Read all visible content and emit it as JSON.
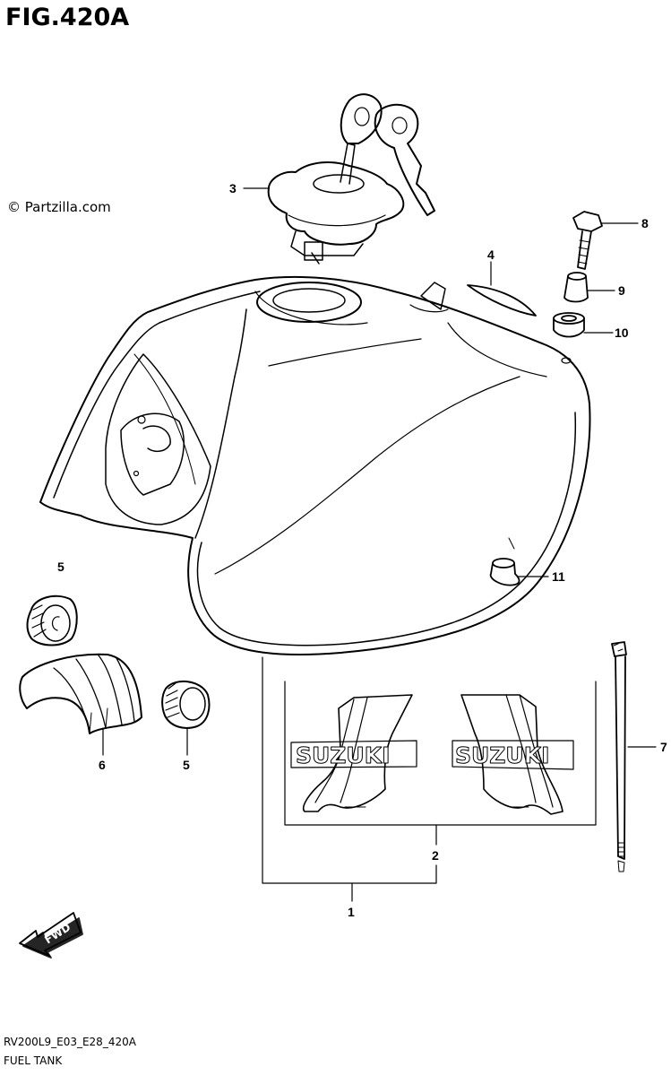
{
  "figure": {
    "title": "FIG.420A",
    "watermark": "© Partzilla.com",
    "diagram_code": "RV200L9_E03_E28_420A",
    "caption": "FUEL TANK",
    "fwd_label": "FWD",
    "decal_text": "SUZUKI"
  },
  "callouts": [
    {
      "id": "1",
      "label": "1"
    },
    {
      "id": "2",
      "label": "2"
    },
    {
      "id": "3",
      "label": "3"
    },
    {
      "id": "4",
      "label": "4"
    },
    {
      "id": "5a",
      "label": "5"
    },
    {
      "id": "5b",
      "label": "5"
    },
    {
      "id": "6",
      "label": "6"
    },
    {
      "id": "7",
      "label": "7"
    },
    {
      "id": "8",
      "label": "8"
    },
    {
      "id": "9",
      "label": "9"
    },
    {
      "id": "10",
      "label": "10"
    },
    {
      "id": "11",
      "label": "11"
    }
  ]
}
